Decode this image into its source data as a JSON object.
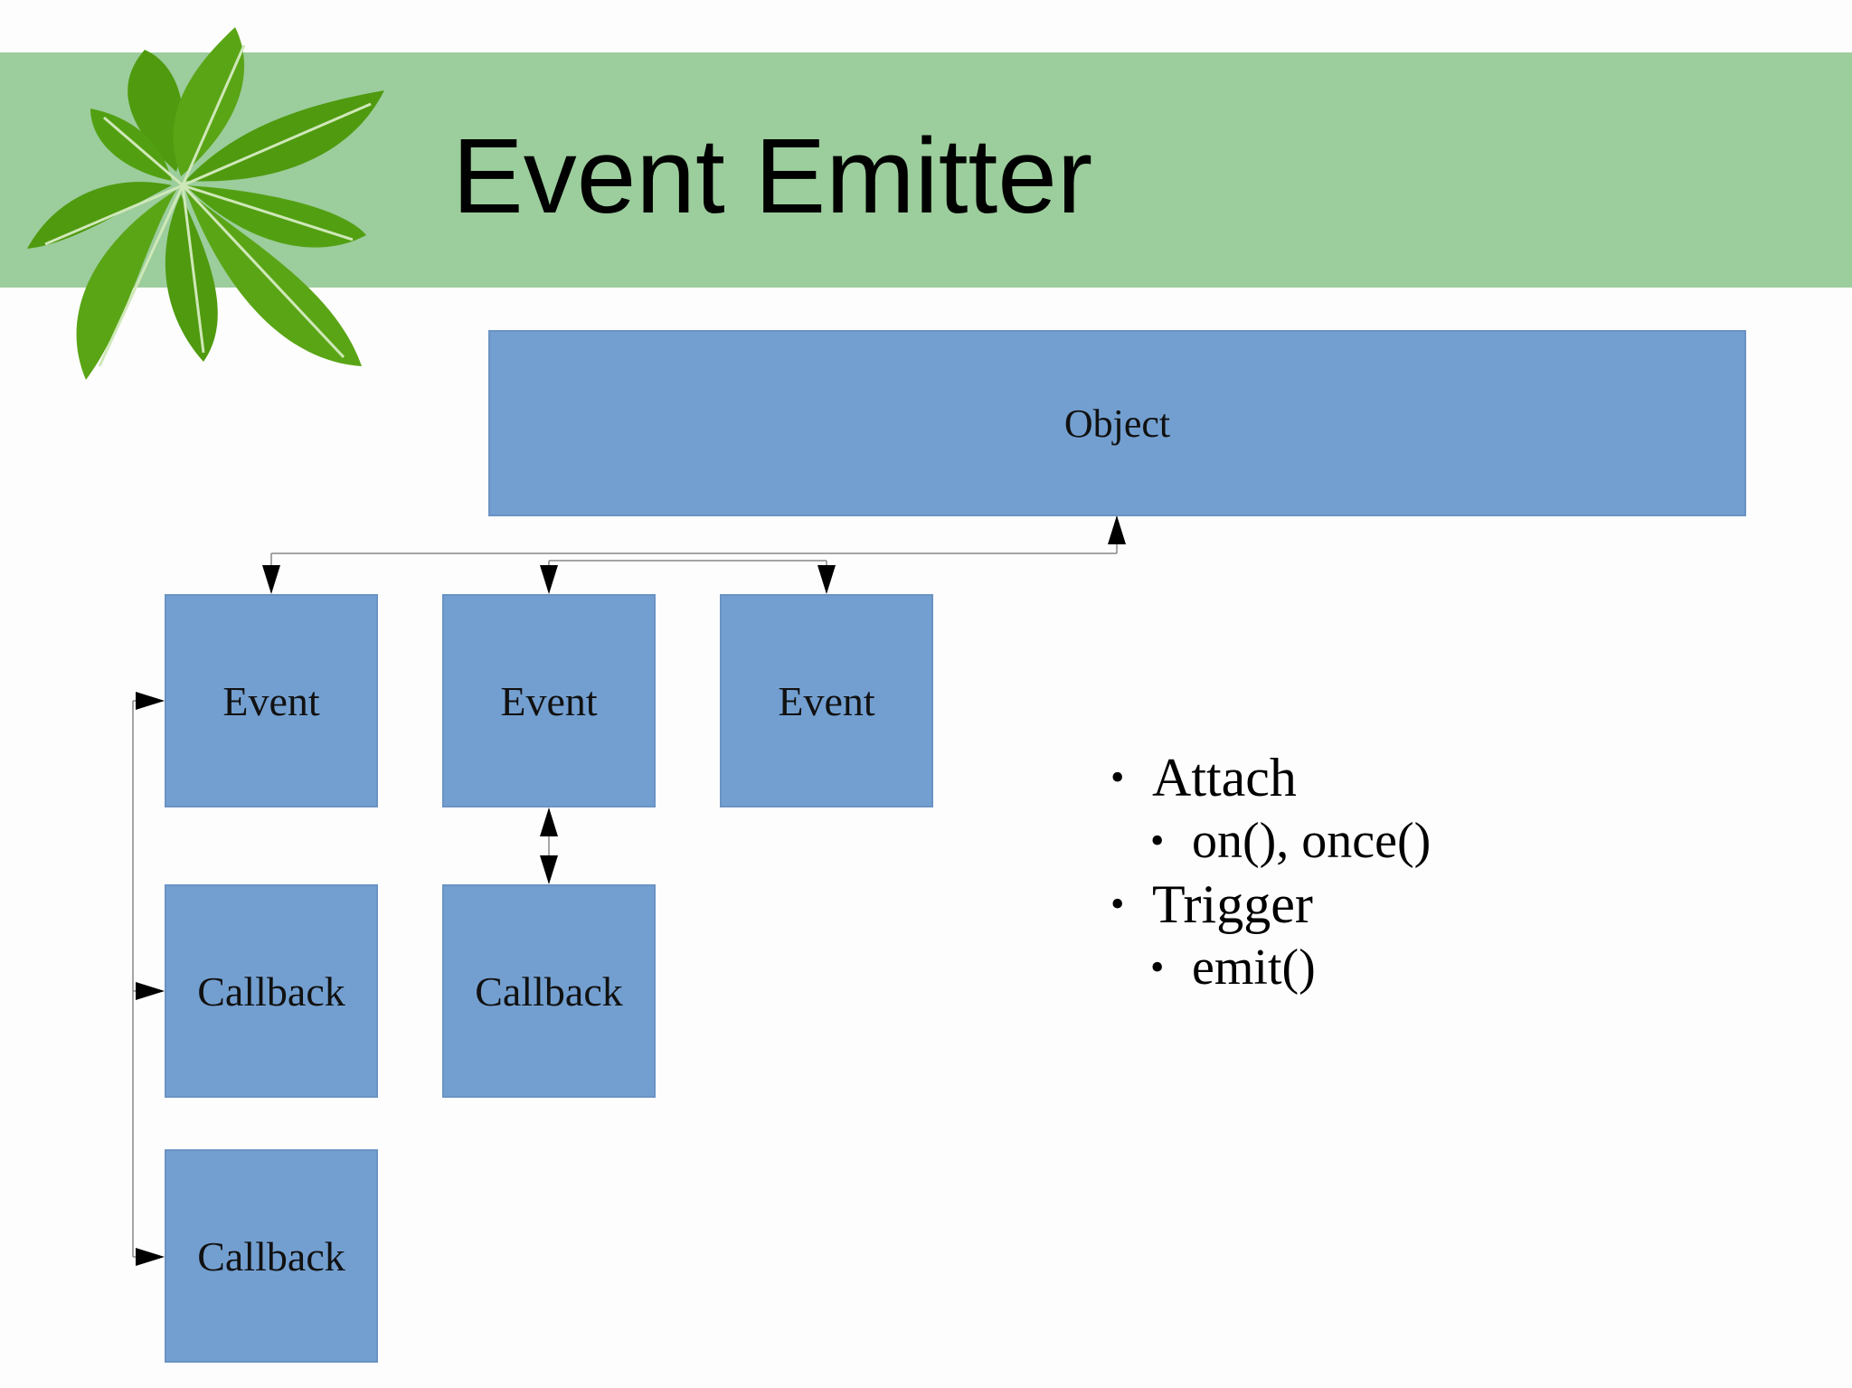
{
  "title": "Event Emitter",
  "diagram": {
    "object": "Object",
    "events": [
      "Event",
      "Event",
      "Event"
    ],
    "callbacks": [
      "Callback",
      "Callback",
      "Callback"
    ]
  },
  "bullets": [
    {
      "level": 1,
      "text": "Attach"
    },
    {
      "level": 2,
      "text": "on(), once()"
    },
    {
      "level": 1,
      "text": "Trigger"
    },
    {
      "level": 2,
      "text": "emit()"
    }
  ],
  "colors": {
    "banner": "#9ccd9c",
    "box": "#739fd0",
    "leaf": "#4f9a0f"
  }
}
